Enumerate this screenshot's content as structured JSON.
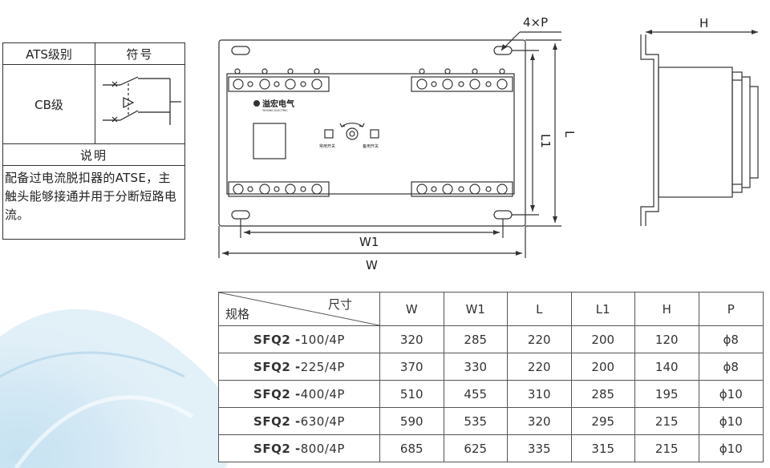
{
  "ats_table": {
    "header_level": "ATS级别",
    "header_symbol": "符号",
    "level_value": "CB级",
    "desc_title": "说明",
    "desc_text": "配备过电流脱扣器的ATSE，主触头能够接通并用于分断短路电流。"
  },
  "drawing": {
    "brand": "溢宏电气",
    "brand_sub": "YIHONG ELECTRIC",
    "normal_switch": "常用开关",
    "backup_switch": "备用开关",
    "label_4xP": "4×P",
    "label_W1": "W1",
    "label_W": "W",
    "label_L1": "L1",
    "label_L": "L",
    "label_H": "H"
  },
  "spec_table": {
    "corner_left": "规格",
    "corner_right": "尺寸",
    "columns": [
      "W",
      "W1",
      "L",
      "L1",
      "H",
      "P"
    ],
    "rows": [
      {
        "prefix": "SFQ2 -",
        "model": "100/4P",
        "values": [
          "320",
          "285",
          "220",
          "200",
          "120",
          "ϕ8"
        ]
      },
      {
        "prefix": "SFQ2 -",
        "model": "225/4P",
        "values": [
          "370",
          "330",
          "220",
          "200",
          "140",
          "ϕ8"
        ]
      },
      {
        "prefix": "SFQ2 -",
        "model": "400/4P",
        "values": [
          "510",
          "455",
          "310",
          "285",
          "195",
          "ϕ10"
        ]
      },
      {
        "prefix": "SFQ2 -",
        "model": "630/4P",
        "values": [
          "590",
          "535",
          "320",
          "295",
          "215",
          "ϕ10"
        ]
      },
      {
        "prefix": "SFQ2 -",
        "model": "800/4P",
        "values": [
          "685",
          "625",
          "335",
          "315",
          "215",
          "ϕ10"
        ]
      }
    ]
  }
}
